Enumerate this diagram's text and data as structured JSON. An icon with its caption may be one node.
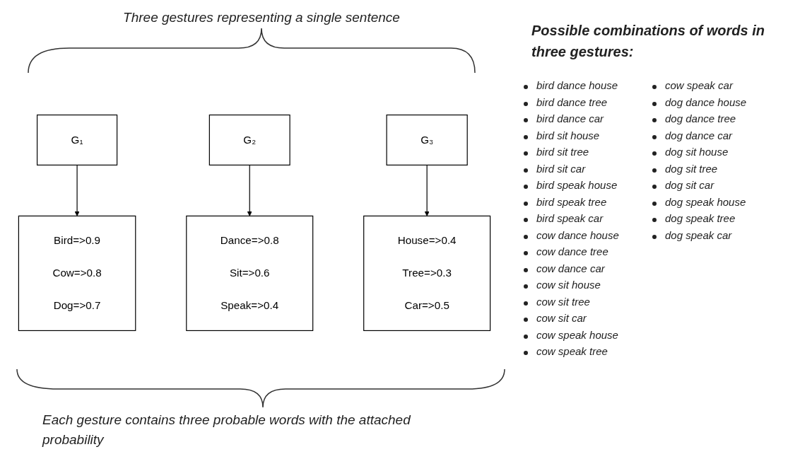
{
  "diagram": {
    "nodes": [
      {
        "text": [
          "G₁"
        ]
      },
      {
        "text": [
          "G₂"
        ]
      },
      {
        "text": [
          "G₃"
        ]
      },
      {
        "text": [
          "Bird=>0.9",
          "Cow=>0.8",
          "Dog=>0.7"
        ]
      },
      {
        "text": [
          "Dance=>0.8",
          "Sit=>0.6",
          "Speak=>0.4"
        ]
      },
      {
        "text": [
          "House=>0.4",
          "Tree=>0.3",
          "Car=>0.5"
        ]
      }
    ],
    "edges": [
      {
        "from": 0,
        "to": 3,
        "arrow": "to"
      },
      {
        "from": 1,
        "to": 4,
        "arrow": "to"
      },
      {
        "from": 2,
        "to": 5,
        "arrow": "to"
      }
    ],
    "labels": [
      "Three gestures representing a single sentence",
      "Each gesture contains three probable words with the attached probability",
      "Possible combinations of words in three gestures:",
      "bird dance house",
      "bird dance tree",
      "bird dance car",
      "bird sit house",
      "bird sit tree",
      "bird sit car",
      "bird speak house",
      "bird speak tree",
      "bird speak car",
      "cow dance house",
      "cow dance tree",
      "cow dance car",
      "cow sit house",
      "cow sit tree",
      "cow sit car",
      "cow speak house",
      "cow speak tree",
      "cow speak car",
      "dog dance house",
      "dog dance tree",
      "dog dance car",
      "dog sit house",
      "dog sit tree",
      "dog sit car",
      "dog speak house",
      "dog speak tree",
      "dog speak car"
    ]
  }
}
